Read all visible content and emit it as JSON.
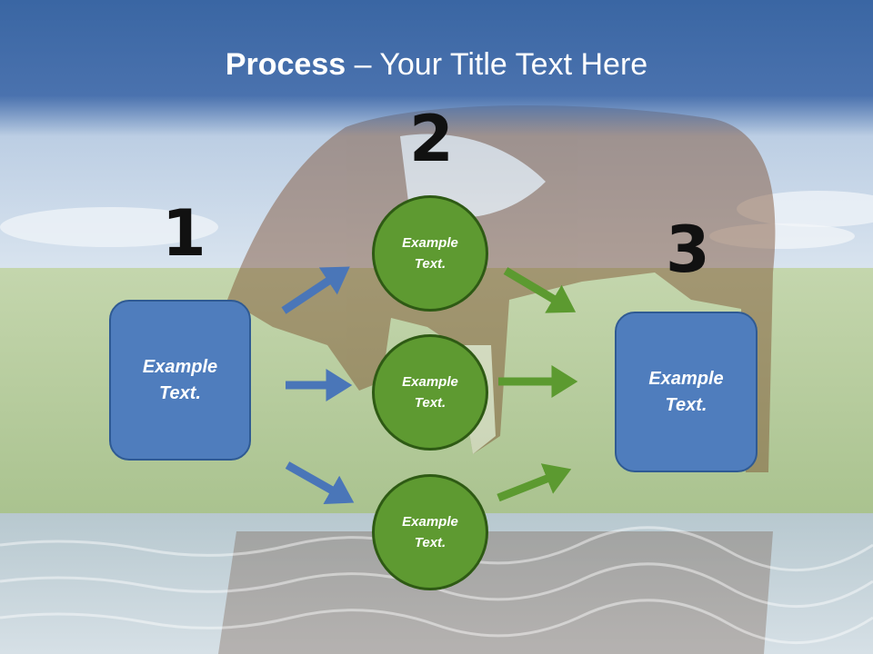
{
  "slide": {
    "title_bold": "Process",
    "title_rest": " – Your Title Text Here",
    "step_numbers": [
      "1",
      "2",
      "3"
    ],
    "left_box": {
      "line1": "Example",
      "line2": "Text."
    },
    "right_box": {
      "line1": "Example",
      "line2": "Text."
    },
    "circles": [
      {
        "line1": "Example",
        "line2": "Text."
      },
      {
        "line1": "Example",
        "line2": "Text."
      },
      {
        "line1": "Example",
        "line2": "Text."
      }
    ]
  },
  "colors": {
    "title_bar": "#3a66a3",
    "box_fill": "#4f7dbd",
    "circle_fill": "#5e9a31",
    "blue_arrow": "#4a76b8",
    "green_arrow": "#5c9a30"
  },
  "background_image": "horse-grazing-in-meadow-reflected-in-water"
}
